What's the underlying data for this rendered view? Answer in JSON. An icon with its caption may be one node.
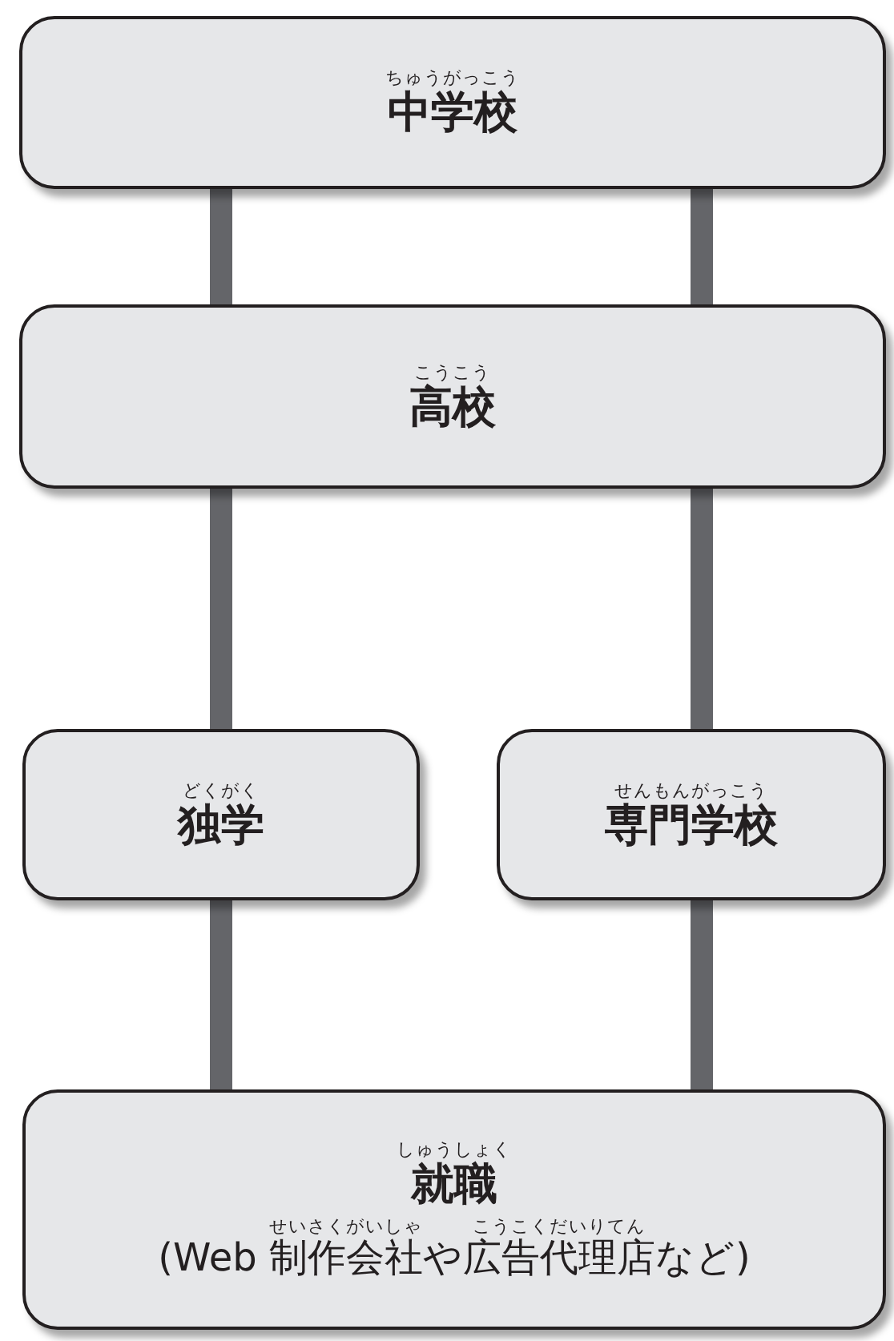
{
  "diagram": {
    "nodes": [
      {
        "text": [
          "ちゅうがっこう",
          "中学校"
        ]
      },
      {
        "text": [
          "こうこう",
          "高校"
        ]
      },
      {
        "text": [
          "どくがく",
          "独学"
        ]
      },
      {
        "text": [
          "せんもんがっこう",
          "専門学校"
        ]
      },
      {
        "text": [
          "しゅうしょく",
          "就職",
          "せいさくがいしゃ",
          "こうこくだいりてん",
          "(Web 制作会社や広告代理店など)"
        ]
      }
    ],
    "edges": [
      {
        "from": 0,
        "to": 1,
        "arrow": "none"
      },
      {
        "from": 0,
        "to": 1,
        "arrow": "none"
      },
      {
        "from": 1,
        "to": 2,
        "arrow": "none"
      },
      {
        "from": 1,
        "to": 3,
        "arrow": "none"
      },
      {
        "from": 2,
        "to": 4,
        "arrow": "none"
      },
      {
        "from": 3,
        "to": 4,
        "arrow": "none"
      }
    ]
  }
}
